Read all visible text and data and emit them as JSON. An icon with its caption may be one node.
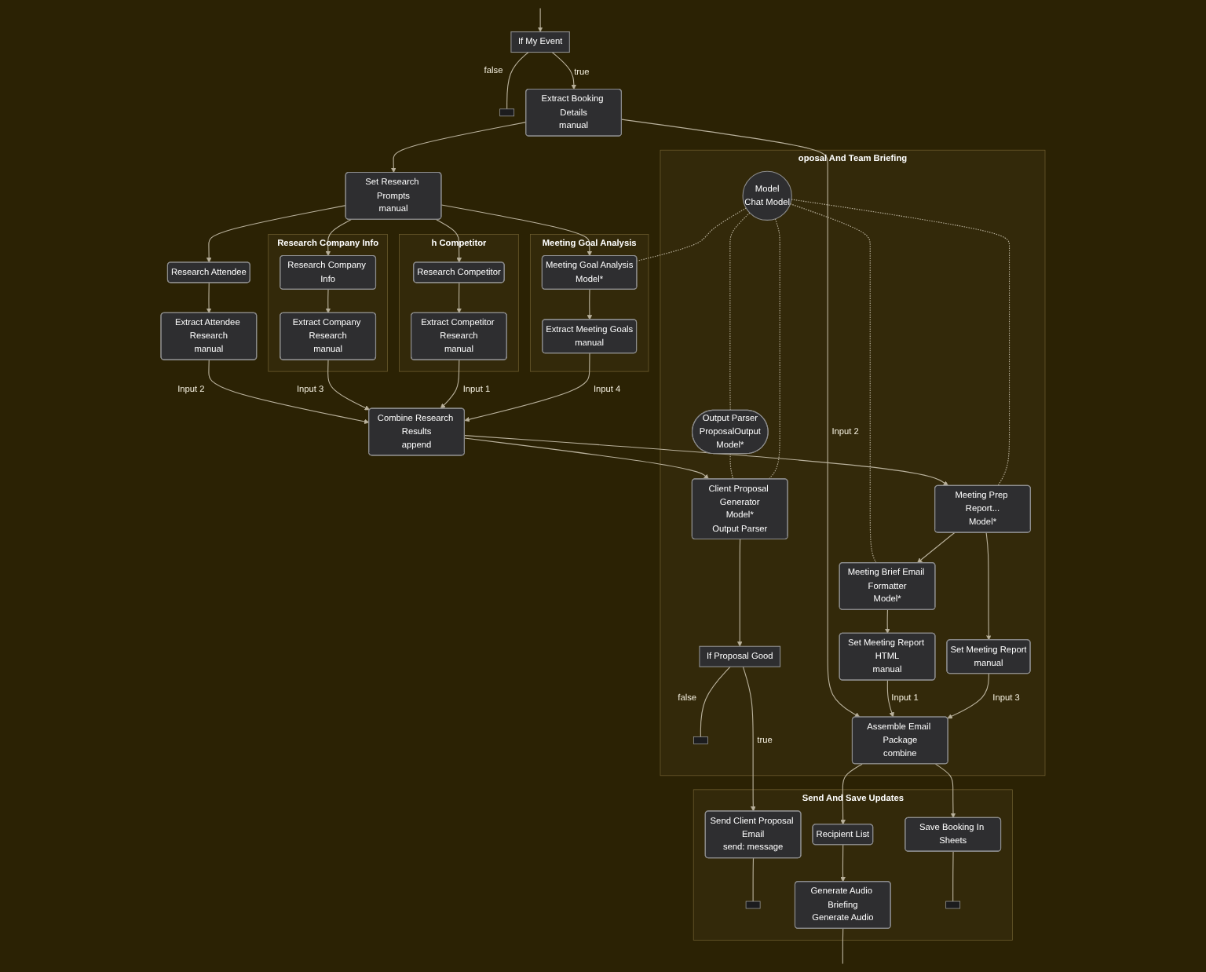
{
  "diagram": {
    "nodes": [
      {
        "text": [
          "If My Event"
        ]
      },
      {
        "text": [],
        "shape": "box"
      },
      {
        "text": [
          "Extract Booking Details",
          "manual"
        ]
      },
      {
        "text": [
          "Set Research Prompts",
          "manual"
        ]
      },
      {
        "text": [
          "Research Attendee"
        ]
      },
      {
        "text": [
          "Extract Attendee Research",
          "manual"
        ]
      },
      {
        "text": [
          "Research Company Info"
        ]
      },
      {
        "text": [
          "Research Company Info"
        ],
        "in": 6
      },
      {
        "text": [
          "Extract Company Research",
          "manual"
        ],
        "in": 6
      },
      {
        "text": [
          "Combine Research Results",
          "append"
        ]
      },
      {
        "text": [
          "h Competitor"
        ]
      },
      {
        "text": [
          "Research Competitor"
        ],
        "in": 10
      },
      {
        "text": [
          "Extract Competitor Research",
          "manual"
        ],
        "in": 10
      },
      {
        "text": [
          "Meeting Goal Analysis"
        ]
      },
      {
        "text": [
          "Meeting Goal Analysis",
          "Model*"
        ],
        "in": 13
      },
      {
        "text": [
          "Extract Meeting Goals",
          "manual"
        ],
        "in": 13
      },
      {
        "text": [
          "oposal And Team Briefing"
        ]
      },
      {
        "text": [
          "Client Proposal Generator",
          "Model*",
          "Output Parser"
        ],
        "in": 16
      },
      {
        "text": [
          "Output Parser",
          "ProposalOutput",
          "Model*"
        ],
        "in": 16
      },
      {
        "text": [
          "If Proposal Good"
        ],
        "in": 16
      },
      {
        "text": [],
        "shape": "box",
        "in": 16
      },
      {
        "text": [
          "Meeting Prep Report...",
          "Model*"
        ],
        "in": 16
      },
      {
        "text": [
          "Meeting Brief Email Formatter",
          "Model*"
        ],
        "in": 16
      },
      {
        "text": [
          "Set Meeting Report HTML",
          "manual"
        ],
        "in": 16
      },
      {
        "text": [
          "Assemble Email Package",
          "combine"
        ],
        "in": 16
      },
      {
        "text": [
          "Model",
          "Chat Model"
        ],
        "in": 16
      },
      {
        "text": [
          "Set Meeting Report",
          "manual"
        ],
        "in": 16
      },
      {
        "text": [
          "Send And Save Updates"
        ]
      },
      {
        "text": [
          "Send Client Proposal Email",
          "send: message"
        ],
        "in": 27
      },
      {
        "text": [],
        "shape": "box",
        "in": 27
      },
      {
        "text": [
          "Recipient List"
        ],
        "in": 27
      },
      {
        "text": [
          "Generate Audio Briefing",
          "Generate Audio"
        ],
        "in": 27
      },
      {
        "text": [
          "Save Booking In Sheets"
        ],
        "in": 27
      },
      {
        "text": [],
        "shape": "box",
        "in": 27
      }
    ],
    "edges": [
      {
        "from": null,
        "to": 0,
        "arrow": "to"
      },
      {
        "from": 0,
        "to": 2,
        "arrow": "to",
        "label": "true"
      },
      {
        "from": 0,
        "to": 1,
        "arrow": "none",
        "label": "false"
      },
      {
        "from": 2,
        "to": 3,
        "arrow": "to"
      },
      {
        "from": 3,
        "to": 4,
        "arrow": "to"
      },
      {
        "from": 3,
        "to": 7,
        "arrow": "to"
      },
      {
        "from": 3,
        "to": 11,
        "arrow": "to"
      },
      {
        "from": 3,
        "to": 14,
        "arrow": "to"
      },
      {
        "from": 2,
        "to": 24,
        "arrow": "to",
        "label": "Input 2"
      },
      {
        "from": 4,
        "to": 5,
        "arrow": "to"
      },
      {
        "from": 5,
        "to": 9,
        "arrow": "to",
        "label": "Input 2"
      },
      {
        "from": 7,
        "to": 8,
        "arrow": "to"
      },
      {
        "from": 8,
        "to": 9,
        "arrow": "to",
        "label": "Input 3"
      },
      {
        "from": 11,
        "to": 12,
        "arrow": "to"
      },
      {
        "from": 12,
        "to": 9,
        "arrow": "to",
        "label": "Input 1"
      },
      {
        "from": 14,
        "to": 15,
        "arrow": "to"
      },
      {
        "from": 15,
        "to": 9,
        "arrow": "to",
        "label": "Input 4"
      },
      {
        "from": 9,
        "to": 17,
        "arrow": "to"
      },
      {
        "from": 9,
        "to": 21,
        "arrow": "to"
      },
      {
        "from": 18,
        "to": 17,
        "arrow": "none",
        "style": "dashed"
      },
      {
        "from": 25,
        "to": 17,
        "arrow": "none",
        "style": "dashed"
      },
      {
        "from": 25,
        "to": 18,
        "arrow": "none",
        "style": "dashed"
      },
      {
        "from": 25,
        "to": 21,
        "arrow": "none",
        "style": "dashed"
      },
      {
        "from": 25,
        "to": 22,
        "arrow": "none",
        "style": "dashed"
      },
      {
        "from": 25,
        "to": 14,
        "arrow": "none",
        "style": "dashed"
      },
      {
        "from": 17,
        "to": 19,
        "arrow": "to"
      },
      {
        "from": 19,
        "to": 28,
        "arrow": "to",
        "label": "true"
      },
      {
        "from": 19,
        "to": 20,
        "arrow": "none",
        "label": "false"
      },
      {
        "from": 21,
        "to": 22,
        "arrow": "to"
      },
      {
        "from": 21,
        "to": 26,
        "arrow": "to"
      },
      {
        "from": 22,
        "to": 23,
        "arrow": "to"
      },
      {
        "from": 23,
        "to": 24,
        "arrow": "to",
        "label": "Input 1"
      },
      {
        "from": 26,
        "to": 24,
        "arrow": "to",
        "label": "Input 3"
      },
      {
        "from": 24,
        "to": 30,
        "arrow": "to"
      },
      {
        "from": 24,
        "to": 32,
        "arrow": "to"
      },
      {
        "from": 30,
        "to": 31,
        "arrow": "to"
      },
      {
        "from": 31,
        "to": null,
        "arrow": "none"
      },
      {
        "from": 28,
        "to": 29,
        "arrow": "none"
      },
      {
        "from": 32,
        "to": 33,
        "arrow": "none"
      }
    ]
  }
}
